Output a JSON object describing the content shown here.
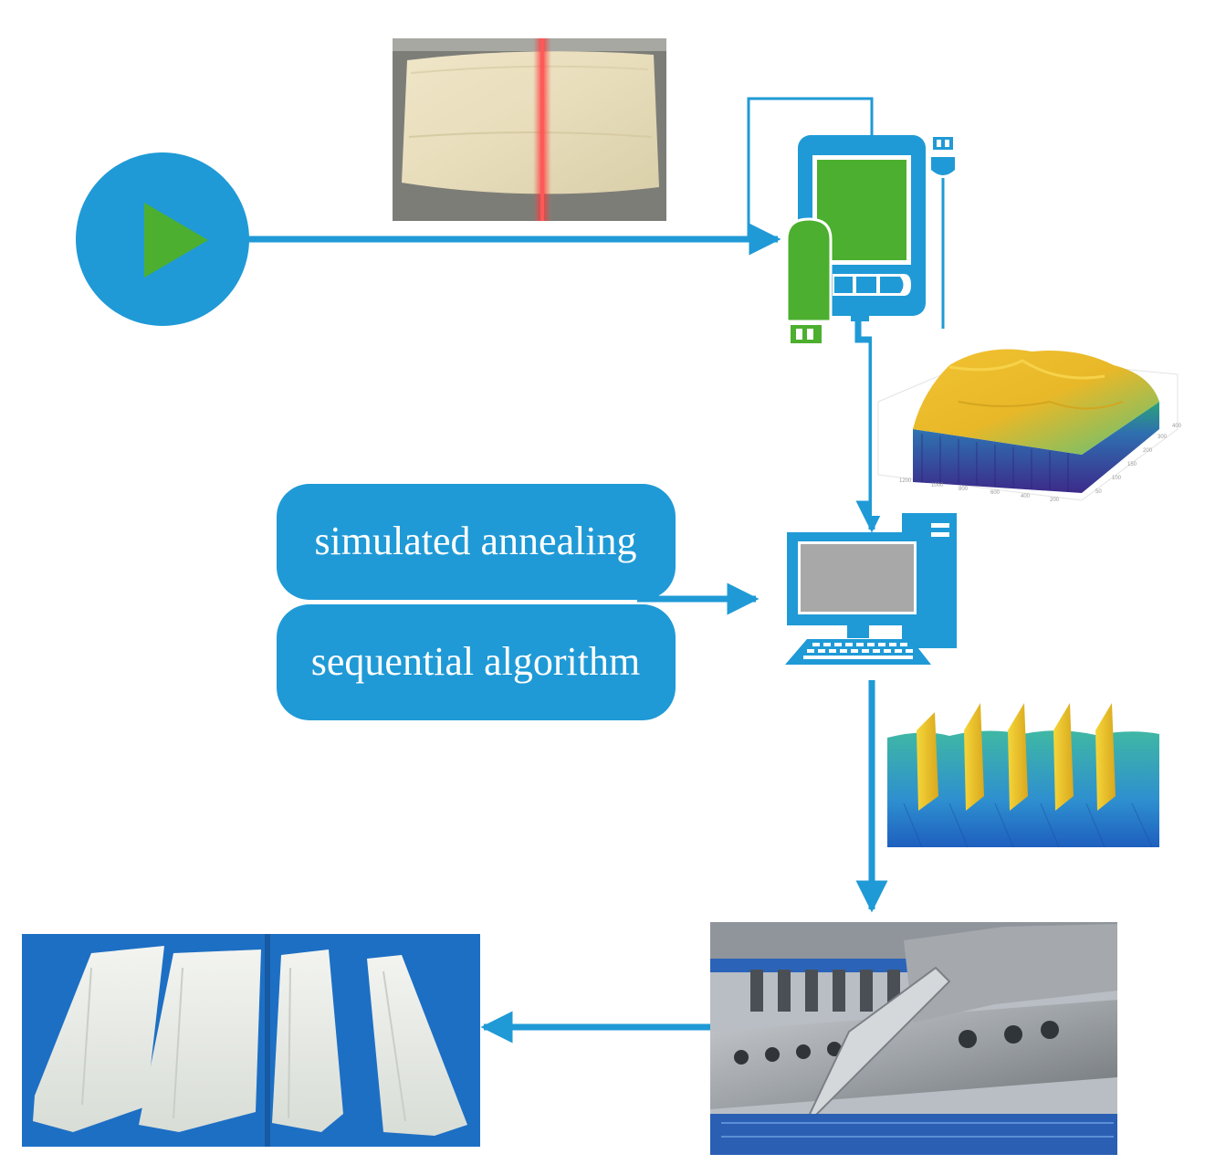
{
  "colors": {
    "flow_blue": "#1f9ad6",
    "accent_green": "#4caf2f",
    "screen_gray": "#a8a8a8",
    "white": "#ffffff"
  },
  "labels": {
    "algorithm_1": "simulated annealing",
    "algorithm_2": "sequential algorithm"
  },
  "icons": [
    "play-start-icon",
    "handheld-scanner-icon",
    "power-plug-icon",
    "desktop-computer-icon"
  ],
  "images": [
    "raw-fish-block-with-laser-line-photo",
    "3d-surface-scan-plot",
    "planned-cut-planes-plot",
    "cutting-machine-photo",
    "cut-fish-portions-photo"
  ]
}
